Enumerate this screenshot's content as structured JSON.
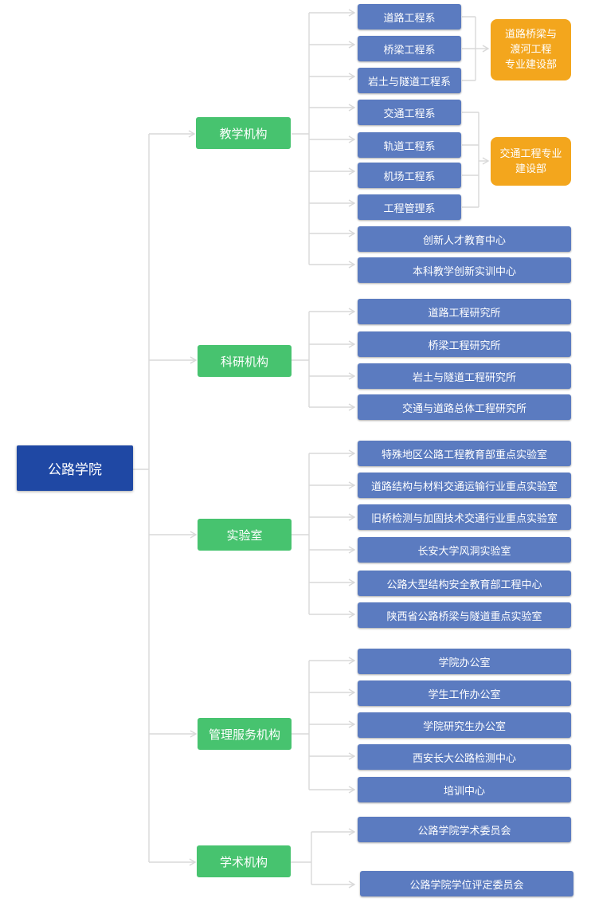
{
  "root": "公路学院",
  "categories": [
    {
      "label": "教学机构",
      "children": [
        "道路工程系",
        "桥梁工程系",
        "岩土与隧道工程系",
        "交通工程系",
        "轨道工程系",
        "机场工程系",
        "工程管理系",
        "创新人才教育中心",
        "本科教学创新实训中心"
      ]
    },
    {
      "label": "科研机构",
      "children": [
        "道路工程研究所",
        "桥梁工程研究所",
        "岩土与隧道工程研究所",
        "交通与道路总体工程研究所"
      ]
    },
    {
      "label": "实验室",
      "children": [
        "特殊地区公路工程教育部重点实验室",
        "道路结构与材料交通运输行业重点实验室",
        "旧桥检测与加固技术交通行业重点实验室",
        "长安大学风洞实验室",
        "公路大型结构安全教育部工程中心",
        "陕西省公路桥梁与隧道重点实验室"
      ]
    },
    {
      "label": "管理服务机构",
      "children": [
        "学院办公室",
        "学生工作办公室",
        "学院研究生办公室",
        "西安长大公路检测中心",
        "培训中心"
      ]
    },
    {
      "label": "学术机构",
      "children": [
        "公路学院学术委员会",
        "公路学院学位评定委员会"
      ]
    }
  ],
  "groups": [
    {
      "label": "道路桥梁与\n渡河工程\n专业建设部"
    },
    {
      "label": "交通工程专业\n建设部"
    }
  ],
  "colors": {
    "root": "#1f48a4",
    "category": "#47c36f",
    "leaf": "#5b7bc0",
    "group": "#f3a61d",
    "connector": "#d9d9d9"
  }
}
